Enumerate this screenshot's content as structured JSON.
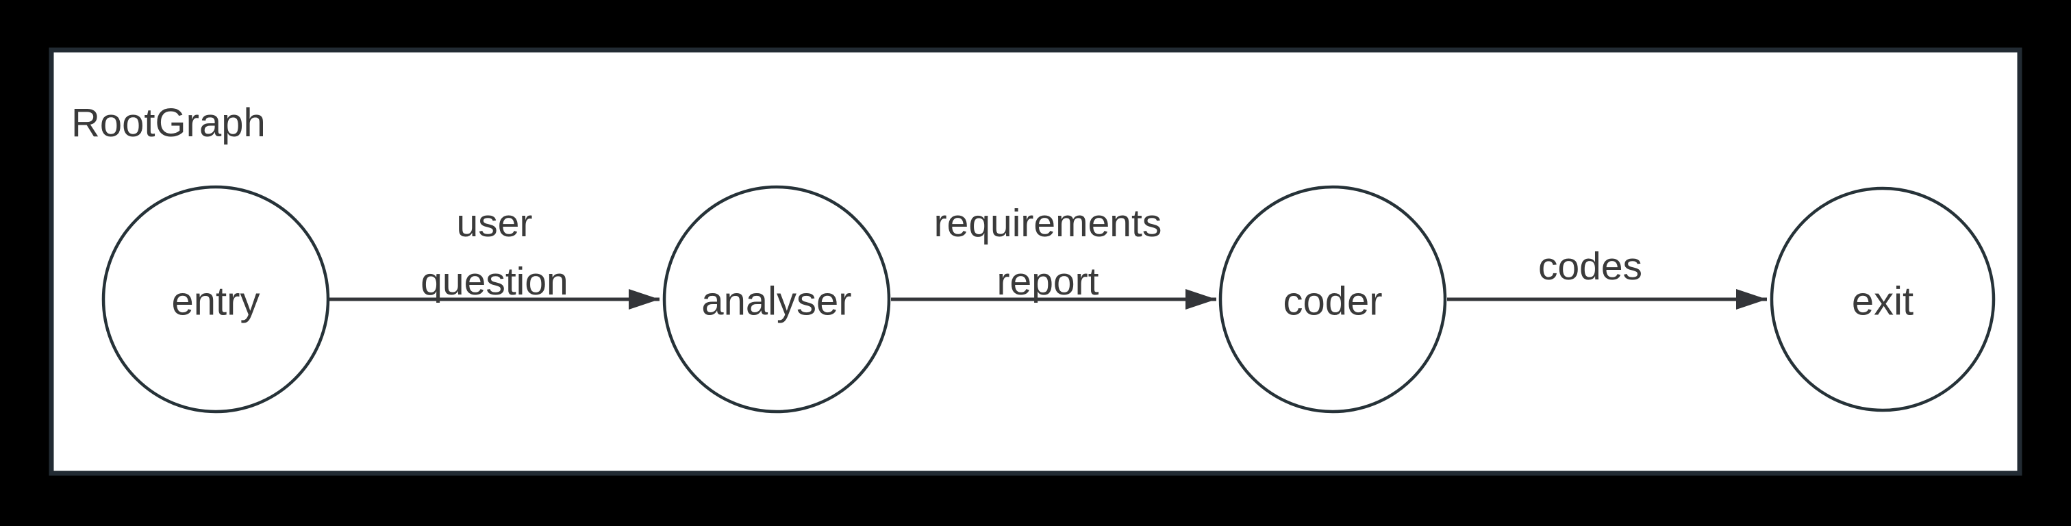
{
  "graph": {
    "title": "RootGraph",
    "nodes": [
      {
        "id": "entry",
        "label": "entry"
      },
      {
        "id": "analyser",
        "label": "analyser"
      },
      {
        "id": "coder",
        "label": "coder"
      },
      {
        "id": "exit",
        "label": "exit"
      }
    ],
    "edges": [
      {
        "from": "entry",
        "to": "analyser",
        "label": "user question",
        "label_lines": [
          "user",
          "question"
        ]
      },
      {
        "from": "analyser",
        "to": "coder",
        "label": "requirements report",
        "label_lines": [
          "requirements",
          "report"
        ]
      },
      {
        "from": "coder",
        "to": "exit",
        "label": "codes",
        "label_lines": [
          "codes"
        ]
      }
    ]
  },
  "colors": {
    "page_background": "#000000",
    "panel_fill": "#ffffff",
    "panel_border": "#222b33",
    "node_fill": "#ffffff",
    "node_stroke": "#263238",
    "edge_stroke": "#333539",
    "text": "#3a3a3a"
  }
}
